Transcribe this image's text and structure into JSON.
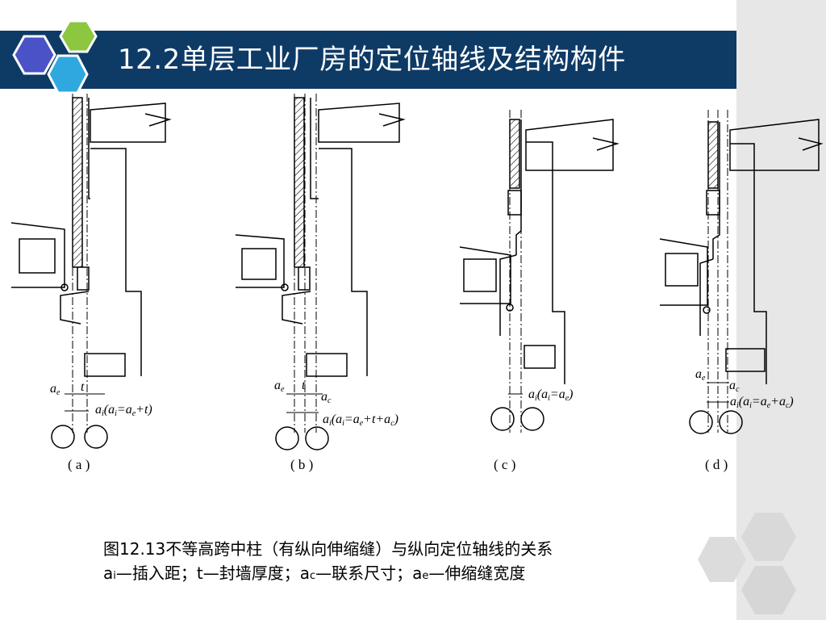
{
  "slide": {
    "title": "12.2单层工业厂房的定位轴线及结构构件",
    "colors": {
      "title_bar": "#0e3a66",
      "hex_blue": "#4a52c7",
      "hex_green": "#8dc63f",
      "hex_cyan": "#2fa8e0",
      "side_strip": "#e7e7e7",
      "deco_hex": "#d9d9d9"
    }
  },
  "figure": {
    "panels": [
      {
        "label": "( a )",
        "ae": "a",
        "ae_sub": "e",
        "t": "t",
        "formula": "(a",
        "formula_mid": "=a",
        "formula_tail": "+t)",
        "ai": "a",
        "ai_sub": "i"
      },
      {
        "label": "( b )",
        "ae": "a",
        "ae_sub": "e",
        "t": "t",
        "ac": "a",
        "ac_sub": "c",
        "ai": "a",
        "ai_sub": "i",
        "formula": "(a",
        "formula_mid": "=a",
        "formula_tail": "+t+a",
        "formula_end": ")"
      },
      {
        "label": "( c )",
        "ai": "a",
        "ai_sub": "i",
        "formula": "(a",
        "formula_mid": "=a",
        "formula_end": ")"
      },
      {
        "label": "( d )",
        "ae": "a",
        "ae_sub": "e",
        "ac": "a",
        "ac_sub": "c",
        "ai": "a",
        "ai_sub": "i",
        "formula": "(a",
        "formula_mid": "=a",
        "formula_tail": "+a",
        "formula_end": ")"
      }
    ]
  },
  "caption": {
    "line1": "图12.13不等高跨中柱（有纵向伸缩缝）与纵向定位轴线的关系",
    "line2_a": "a",
    "line2_a_sub": "i",
    "line2_b": "—插入距；t—封墙厚度；a",
    "line2_b_sub": "c",
    "line2_c": "—联系尺寸；a",
    "line2_c_sub": "e",
    "line2_d": "—伸缩缝宽度"
  }
}
